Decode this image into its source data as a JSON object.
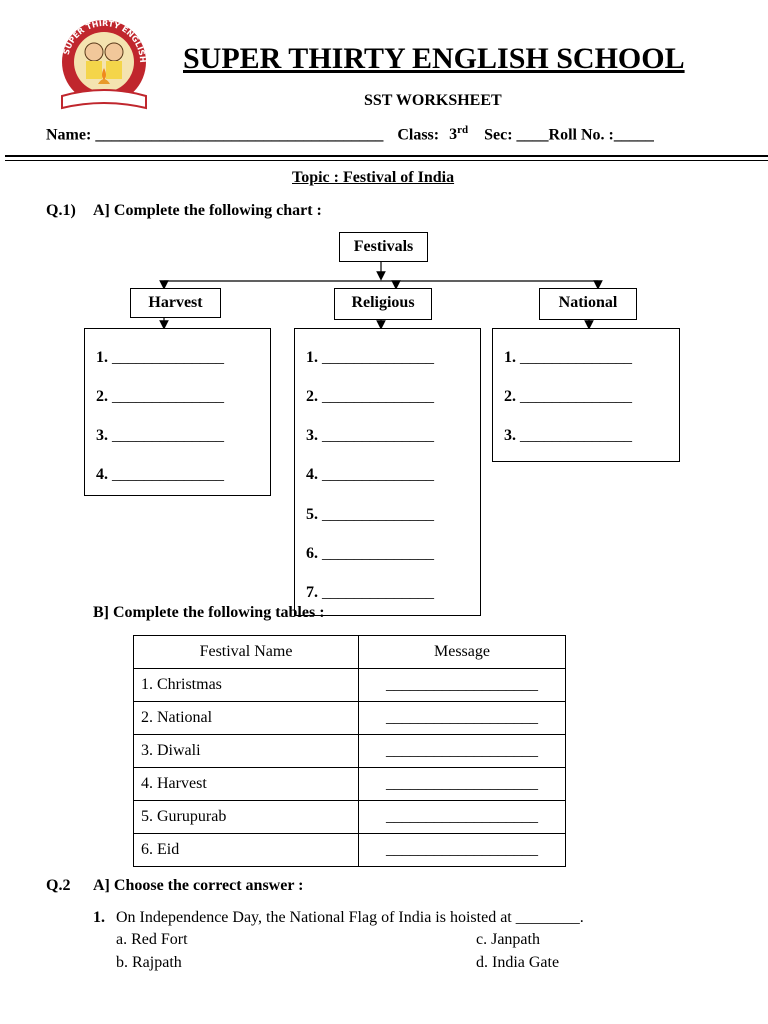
{
  "header": {
    "school_name": "SUPER THIRTY ENGLISH SCHOOL",
    "worksheet": "SST WORKSHEET",
    "logo_text": "SUPER THIRTY ENGLISH SCHOOL",
    "name_label": "Name: ____________________________________",
    "class_label": "Class:",
    "class_value": "3",
    "class_suffix": "rd",
    "sec_label": "Sec: ____Roll No. :_____"
  },
  "topic": "Topic : Festival of India",
  "q1": {
    "label": "Q.1)",
    "part_a": "A] Complete the following chart :",
    "root": "Festivals",
    "branches": [
      {
        "title": "Harvest",
        "items": [
          "1.",
          "2.",
          "3.",
          "4."
        ]
      },
      {
        "title": "Religious",
        "items": [
          "1.",
          "2.",
          "3.",
          "4.",
          "5.",
          "6.",
          "7."
        ]
      },
      {
        "title": "National",
        "items": [
          "1.",
          "2.",
          "3."
        ]
      }
    ],
    "blank": "______________",
    "part_b": "B] Complete the following tables :",
    "table": {
      "headers": [
        "Festival Name",
        "Message"
      ],
      "rows": [
        "1.  Christmas",
        "2.  National",
        "3.  Diwali",
        "4.  Harvest",
        "5.  Gurupurab",
        "6.  Eid"
      ],
      "blank": "___________________"
    }
  },
  "q2": {
    "label": "Q.2",
    "part_a": "A] Choose the correct answer :",
    "question_num": "1.",
    "question": "On Independence Day, the National Flag of India is hoisted at ________.",
    "options": [
      "a.  Red Fort",
      "b.  Rajpath",
      "c.  Janpath",
      "d.  India Gate"
    ]
  }
}
